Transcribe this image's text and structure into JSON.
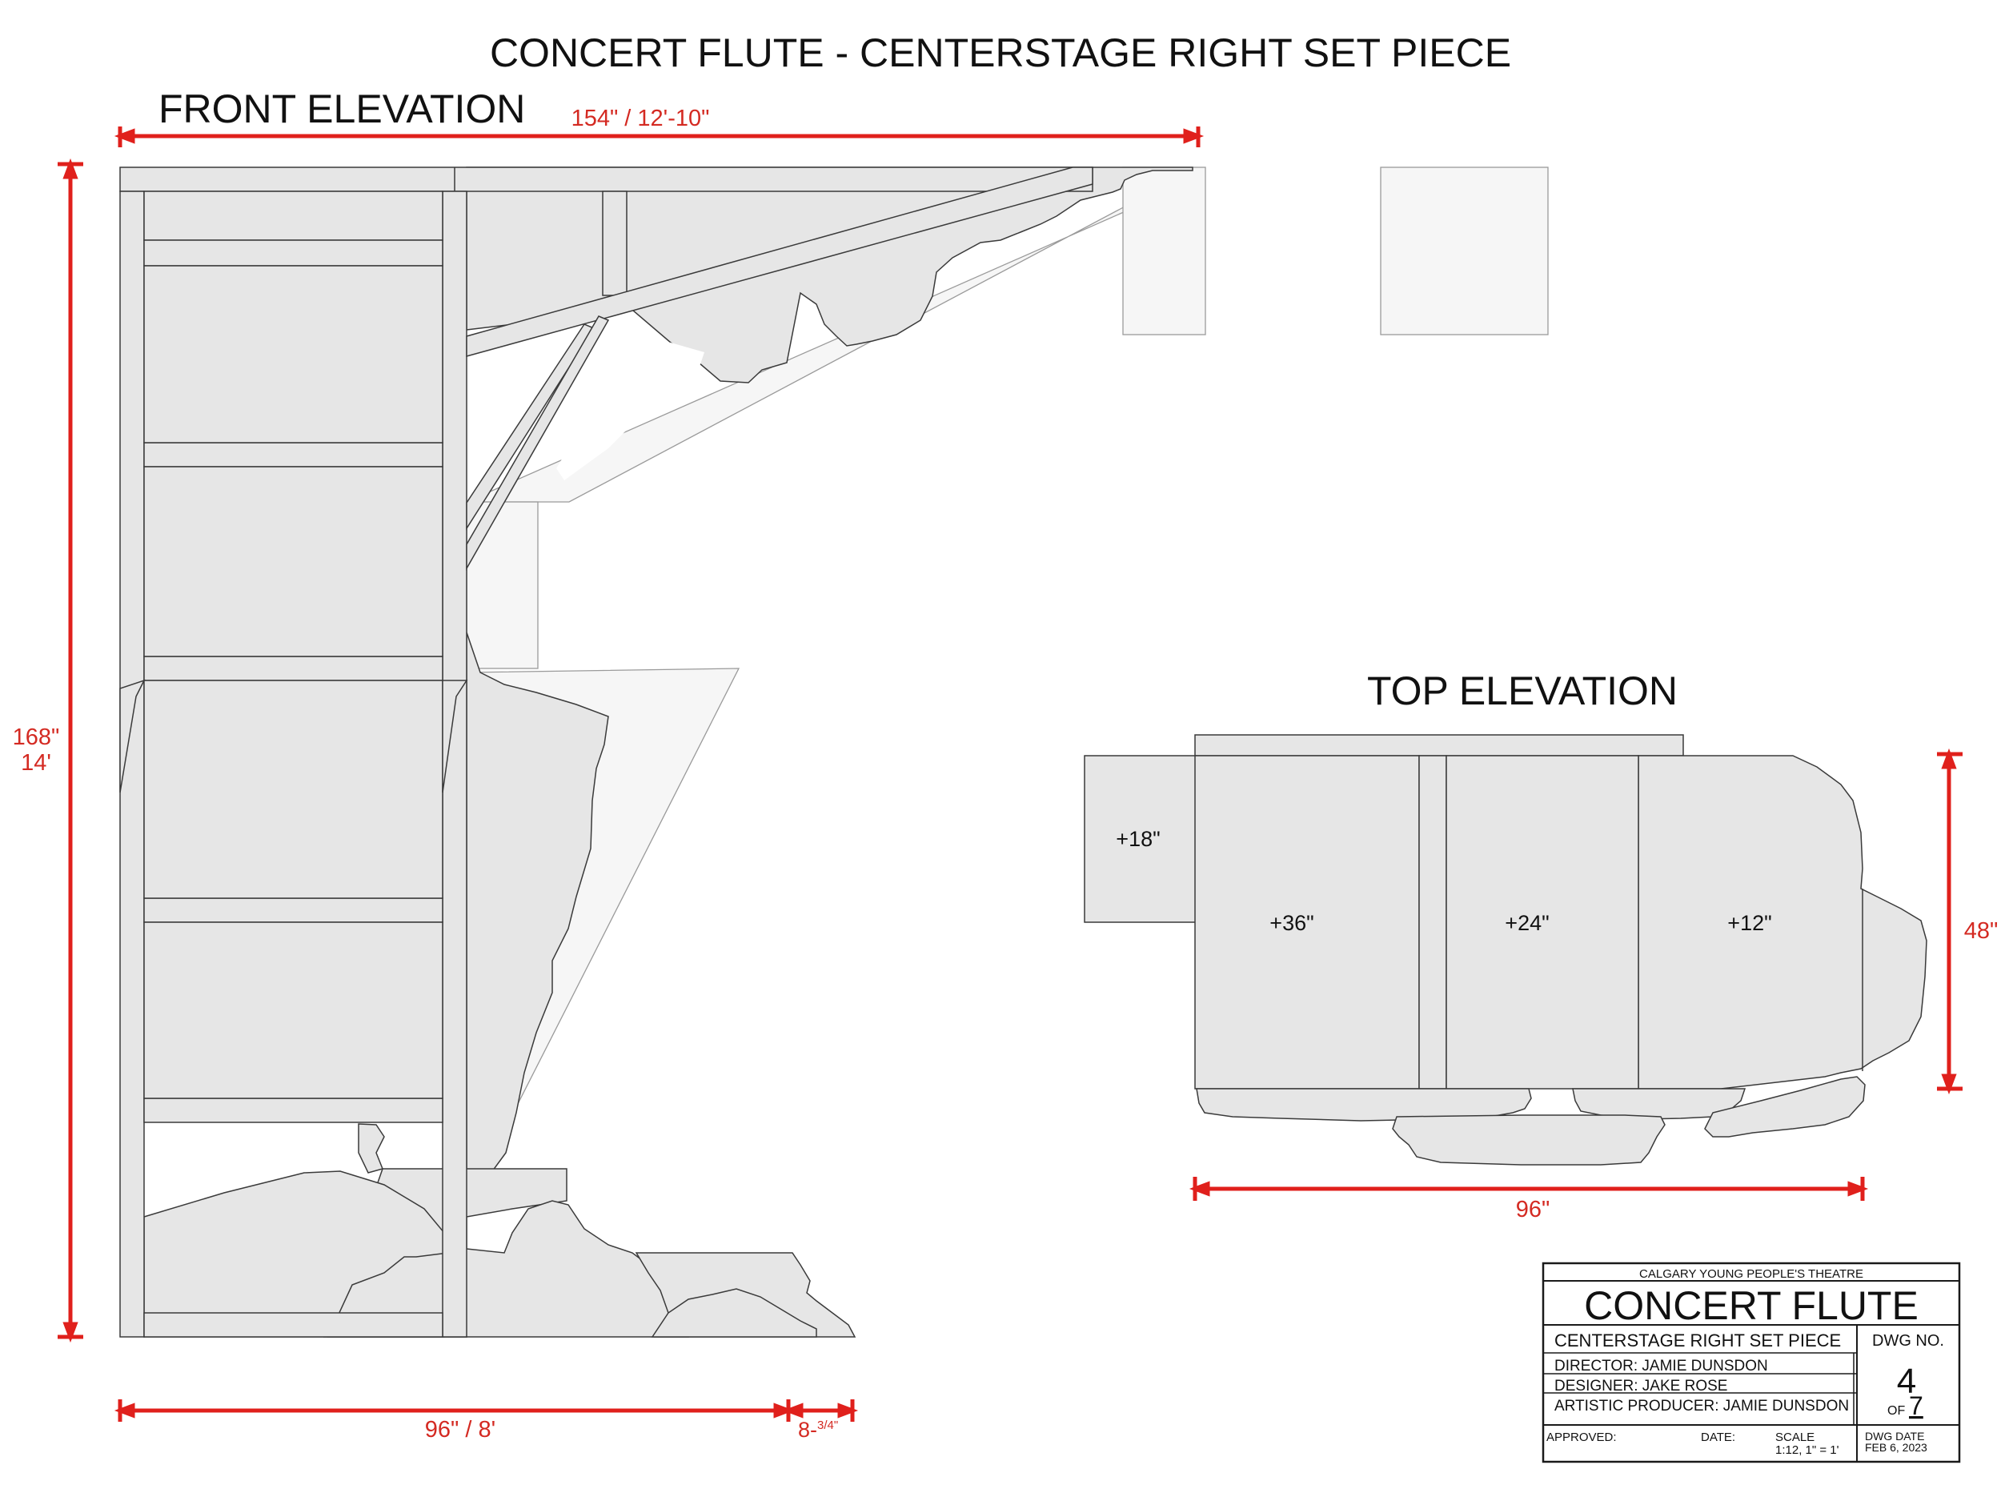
{
  "title": "CONCERT FLUTE - CENTERSTAGE RIGHT SET PIECE",
  "front": {
    "label": "FRONT ELEVATION",
    "dim_top": "154\" / 12'-10\"",
    "dim_left_1": "168\"",
    "dim_left_2": "14'",
    "dim_bottom": "96\" / 8'",
    "dim_bottom_small": "8-",
    "dim_bottom_small_frac": "3/4\""
  },
  "top": {
    "label": "TOP ELEVATION",
    "heights": [
      "+18\"",
      "+36\"",
      "+24\"",
      "+12\""
    ],
    "dim_right": "48\"",
    "dim_bottom": "96\""
  },
  "titleblock": {
    "company": "CALGARY YOUNG PEOPLE'S THEATRE",
    "show": "CONCERT FLUTE",
    "piece": "CENTERSTAGE RIGHT SET PIECE",
    "dwg_no_label": "DWG NO.",
    "director": "DIRECTOR: JAMIE DUNSDON",
    "designer": "DESIGNER: JAKE ROSE",
    "producer": "ARTISTIC PRODUCER: JAMIE DUNSDON",
    "dwg_no": "4",
    "of_label": "OF",
    "of_total": "7",
    "approved": "APPROVED:",
    "date": "DATE:",
    "scale_label": "SCALE",
    "scale": "1:12, 1\" = 1'",
    "dwg_date_label": "DWG DATE",
    "dwg_date": "FEB 6, 2023"
  },
  "colors": {
    "dimension": "#e0201c",
    "fill": "#e6e6e6",
    "line": "#3a3a3a"
  }
}
